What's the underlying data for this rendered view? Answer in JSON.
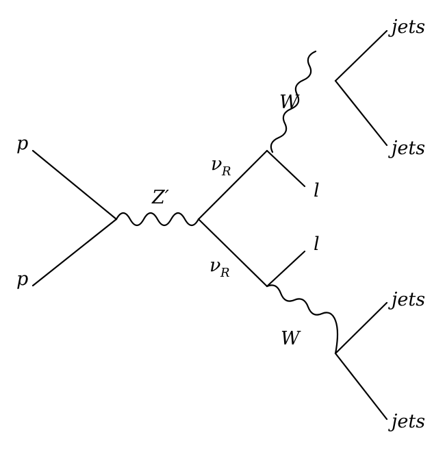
{
  "labels": {
    "p_top": "p",
    "p_bottom": "p",
    "z_prime": "Z′",
    "nu_upper": "ν",
    "nu_upper_sub": "R",
    "nu_lower": "ν",
    "nu_lower_sub": "R",
    "w_upper": "W",
    "w_lower": "W",
    "lepton_upper": "l",
    "lepton_lower": "l",
    "jets_1": "jets",
    "jets_2": "jets",
    "jets_3": "jets",
    "jets_4": "jets"
  }
}
